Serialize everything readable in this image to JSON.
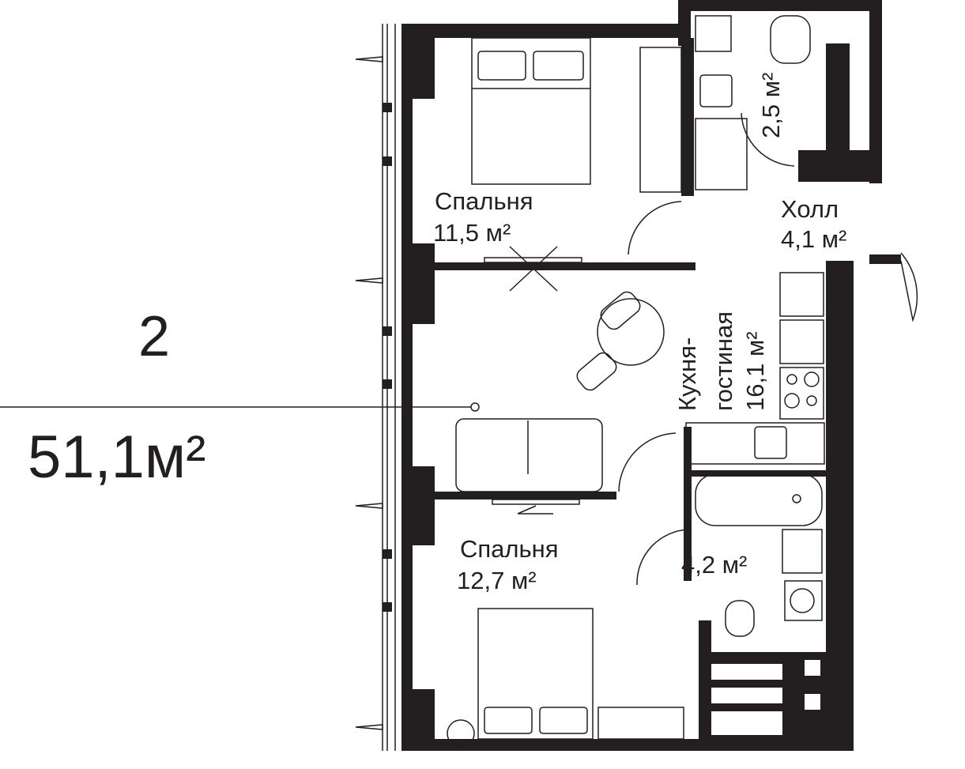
{
  "apartment": {
    "rooms_count": "2",
    "total_area": "51,1м²"
  },
  "rooms": {
    "bedroom1": {
      "name": "Спальня",
      "area": "11,5 м²"
    },
    "hall": {
      "name": "Холл",
      "area": "4,1 м²"
    },
    "toilet": {
      "area": "2,5 м²"
    },
    "kitchen": {
      "name": "Кухня-",
      "name2": "гостиная",
      "area": "16,1 м²"
    },
    "bedroom2": {
      "name": "Спальня",
      "area": "12,7 м²"
    },
    "bathroom": {
      "area": "4,2 м²"
    }
  },
  "colors": {
    "wall": "#231f20",
    "line": "#231f20",
    "background": "#ffffff"
  }
}
